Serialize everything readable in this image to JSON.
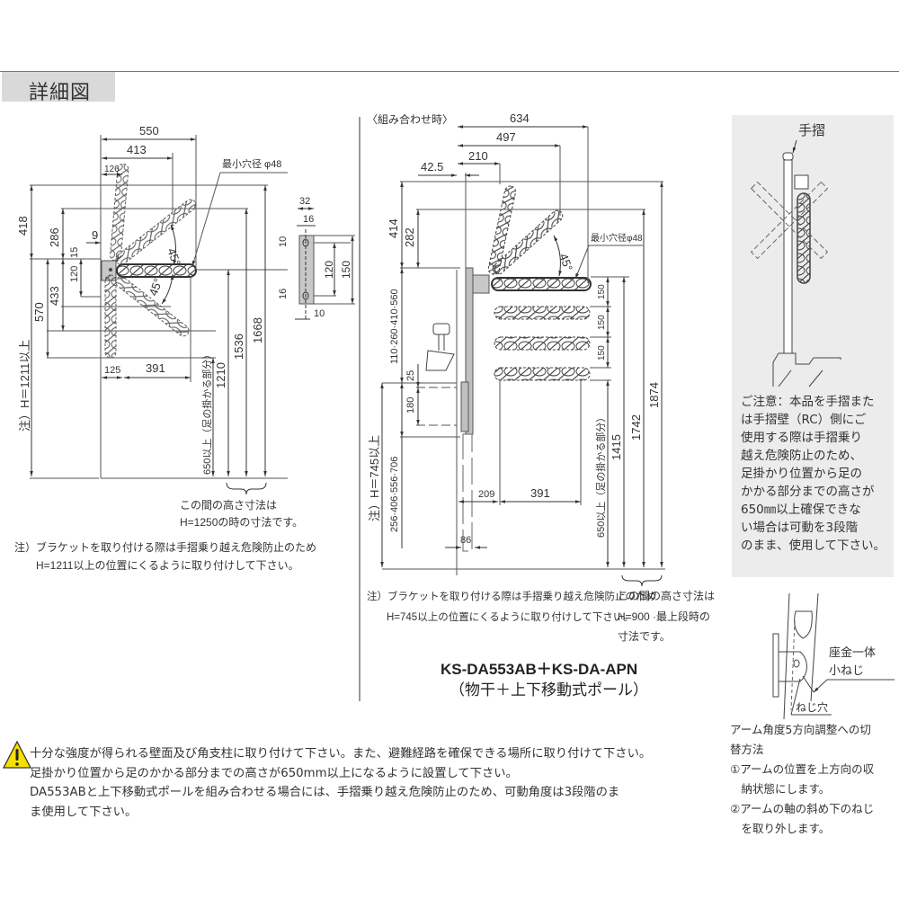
{
  "header": {
    "title": "詳細図"
  },
  "left_diagram": {
    "dims_top": [
      "550",
      "413",
      "126"
    ],
    "hole_label": "最小穴径 φ48",
    "dims_left": [
      "418",
      "286",
      "9",
      "15",
      "120",
      "433",
      "570"
    ],
    "angles": [
      "45°",
      "45°"
    ],
    "dims_bottom": [
      "125",
      "391"
    ],
    "height_note_vertical": "注）H＝1211以上",
    "foot_label_vertical": "650以上（足の掛かる部分）",
    "dims_right": [
      "1210",
      "1536",
      "1668"
    ],
    "bracket_note": [
      "この間の高さ寸法は",
      "H=1250の時の寸法です。"
    ],
    "install_note": [
      "注）ブラケットを取り付ける際は手摺乗り越え危険防止のため",
      "H=1211以上の位置にくるように取り付けして下さい。"
    ]
  },
  "bracket_detail": {
    "dims": [
      "32",
      "16",
      "10",
      "120",
      "150",
      "16",
      "10"
    ]
  },
  "center_diagram": {
    "caption": "〈組み合わせ時〉",
    "dims_top": [
      "634",
      "497",
      "210",
      "42.5"
    ],
    "hole_label": "最小穴径φ48",
    "angle": "45°",
    "dims_left": [
      "414",
      "282",
      "110·260·410·560",
      "25",
      "180",
      "256·406·556·706"
    ],
    "height_note_vertical": "注）H＝745以上",
    "dims_bottom": [
      "209",
      "391",
      "86"
    ],
    "step_dims": [
      "150",
      "150",
      "150"
    ],
    "foot_label_vertical": "650以上（足の掛かる部分）",
    "dims_right": [
      "1415",
      "1742",
      "1874"
    ],
    "install_note": [
      "注）ブラケットを取り付ける際は手摺乗り越え危険防止のため",
      "H=745以上の位置にくるように取り付けして下さい。"
    ],
    "bracket_note": [
      "この間の高さ寸法は",
      "H=900 ·最上段時の",
      "寸法です。"
    ],
    "model_name": "KS-DA553AB＋KS-DA-APN",
    "model_desc": "（物干＋上下移動式ポール）"
  },
  "right_panel": {
    "handrail_label": "手摺",
    "caution": [
      "ご注意：本品を手摺また",
      "は手摺壁（RC）側にご",
      "使用する際は手摺乗り",
      "越え危険防止のため、",
      "足掛かり位置から足の",
      "かかる部分までの高さが",
      "650㎜以上確保できな",
      "い場合は可動を3段階",
      "のまま、使用して下さい。"
    ]
  },
  "screw_detail": {
    "screw_label": [
      "座金一体",
      "小ねじ"
    ],
    "hole_label": "ねじ穴",
    "howto": [
      "アーム角度5方向調整への切",
      "替方法",
      "①アームの位置を上方向の収",
      "　納状態にします。",
      "②アームの軸の斜め下のねじ",
      "　を取り外します。"
    ]
  },
  "warning": {
    "icon": "warning-triangle-icon",
    "lines": [
      "十分な強度が得られる壁面及び角支柱に取り付けて下さい。また、避難経路を確保できる場所に取り付けて下さい。",
      "足掛かり位置から足のかかる部分までの高さが650mm以上になるように設置して下さい。",
      "DA553ABと上下移動式ポールを組み合わせる場合には、手摺乗り越え危険防止のため、可動角度は3段階のま",
      "ま使用して下さい。"
    ]
  },
  "colors": {
    "header_bg": "#d9d9d9",
    "panel_bg": "#ececec",
    "line": "#444444",
    "bracket": "#c8c8c8",
    "warning": "#f5e000"
  }
}
